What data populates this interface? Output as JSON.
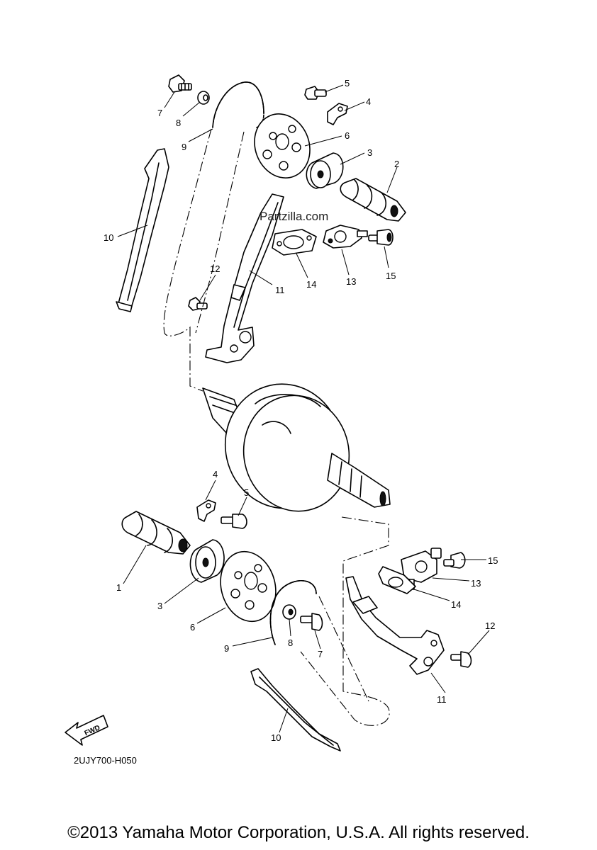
{
  "callouts": [
    {
      "id": "c1",
      "text": "1"
    },
    {
      "id": "c2",
      "text": "2"
    },
    {
      "id": "c3a",
      "text": "3"
    },
    {
      "id": "c3b",
      "text": "3"
    },
    {
      "id": "c4a",
      "text": "4"
    },
    {
      "id": "c4b",
      "text": "4"
    },
    {
      "id": "c5a",
      "text": "5"
    },
    {
      "id": "c5b",
      "text": "5"
    },
    {
      "id": "c6a",
      "text": "6"
    },
    {
      "id": "c6b",
      "text": "6"
    },
    {
      "id": "c7a",
      "text": "7"
    },
    {
      "id": "c7b",
      "text": "7"
    },
    {
      "id": "c8a",
      "text": "8"
    },
    {
      "id": "c8b",
      "text": "8"
    },
    {
      "id": "c9a",
      "text": "9"
    },
    {
      "id": "c9b",
      "text": "9"
    },
    {
      "id": "c10a",
      "text": "10"
    },
    {
      "id": "c10b",
      "text": "10"
    },
    {
      "id": "c11a",
      "text": "11"
    },
    {
      "id": "c11b",
      "text": "11"
    },
    {
      "id": "c12a",
      "text": "12"
    },
    {
      "id": "c12b",
      "text": "12"
    },
    {
      "id": "c13a",
      "text": "13"
    },
    {
      "id": "c13b",
      "text": "13"
    },
    {
      "id": "c14a",
      "text": "14"
    },
    {
      "id": "c14b",
      "text": "14"
    },
    {
      "id": "c15a",
      "text": "15"
    },
    {
      "id": "c15b",
      "text": "15"
    }
  ],
  "fwd_badge": "FWD",
  "watermark": "Partzilla.com",
  "diagram_code": "2UJY700-H050",
  "copyright": "©2013 Yamaha Motor Corporation, U.S.A. All rights reserved."
}
